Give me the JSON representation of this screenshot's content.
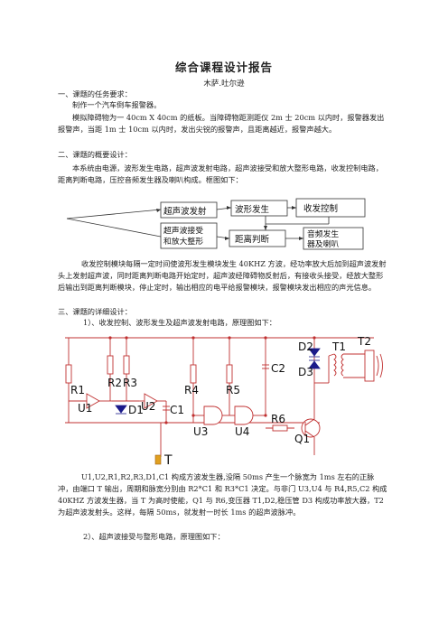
{
  "doc": {
    "title": "综合课程设计报告",
    "author": "木萨.吐尔逊",
    "s1_heading": "一、课题的任务要求：",
    "s1_line1": "制作一个汽车倒车报警器。",
    "s1_para": "模拟障碍物为一 40cm X 40cm 的纸板。当障碍物距测距仪 2m 士 20cm 以内时，报警器发出报警声，当距 1m 士 10cm 以内时，发出尖锐的报警声，且距离越近，报警声越大。",
    "s2_heading": "二、课题的概要设计：",
    "s2_para": "本系统由电源，波形发生电路，超声波发射电路，超声波接受和放大整形电路，收发控制电路，距离判断电路，压控音频发生器及喇叭构成。框图如下：",
    "s2_para2": "收发控制模块每隔一定时间使波形发生模块发生 40KHZ 方波，经功率放大后加到超声波发射头上发射超声波，同时距离判断电路开始定时，超声波经障碍物反射后，有接收头接受，经放大整形后输出到距离判断模块，停止定时，输出相应的电平给报警模块，报警模块发出相应的声光信息。",
    "s3_heading": "三、课题的详细设计：",
    "s3_sub1": "1）、收发控制、波形发生及超声波发射电路，原理图如下：",
    "s3_para": "U1,U2,R1,R2,R3,D1,C1 构成方波发生器,没隔 50ms 产生一个脉宽为 1ms 左右的正脉冲，由端口 T 输出，周期和脉宽分别由 R2*C1 和 R3*C1 决定。与非门 U3,U4 与 R4,R5,C2 构成 40KHZ 方波发生器，当 T 为高时使能，Q1 与 R6,变压器 T1,D2,稳压管 D3 构成功率放大器，T2 为超声波发射头。这样，每隔 50ms，就发射一时长 1ms 的超声波脉冲。",
    "s3_sub2": "2）、超声波接受与整形电路，原理图如下："
  },
  "block_diagram": {
    "blocks": [
      "超声波发射",
      "波形发生",
      "收发控制",
      "超声波接受和放大整形",
      "距离判断",
      "音频发生器及喇叭"
    ]
  },
  "schematic": {
    "labels": [
      "R1",
      "R2",
      "R3",
      "U1",
      "D1",
      "U2",
      "C1",
      "R4",
      "R5",
      "U3",
      "U4",
      "C2",
      "R6",
      "D2",
      "D3",
      "T1",
      "T2",
      "Q1",
      "T"
    ]
  }
}
